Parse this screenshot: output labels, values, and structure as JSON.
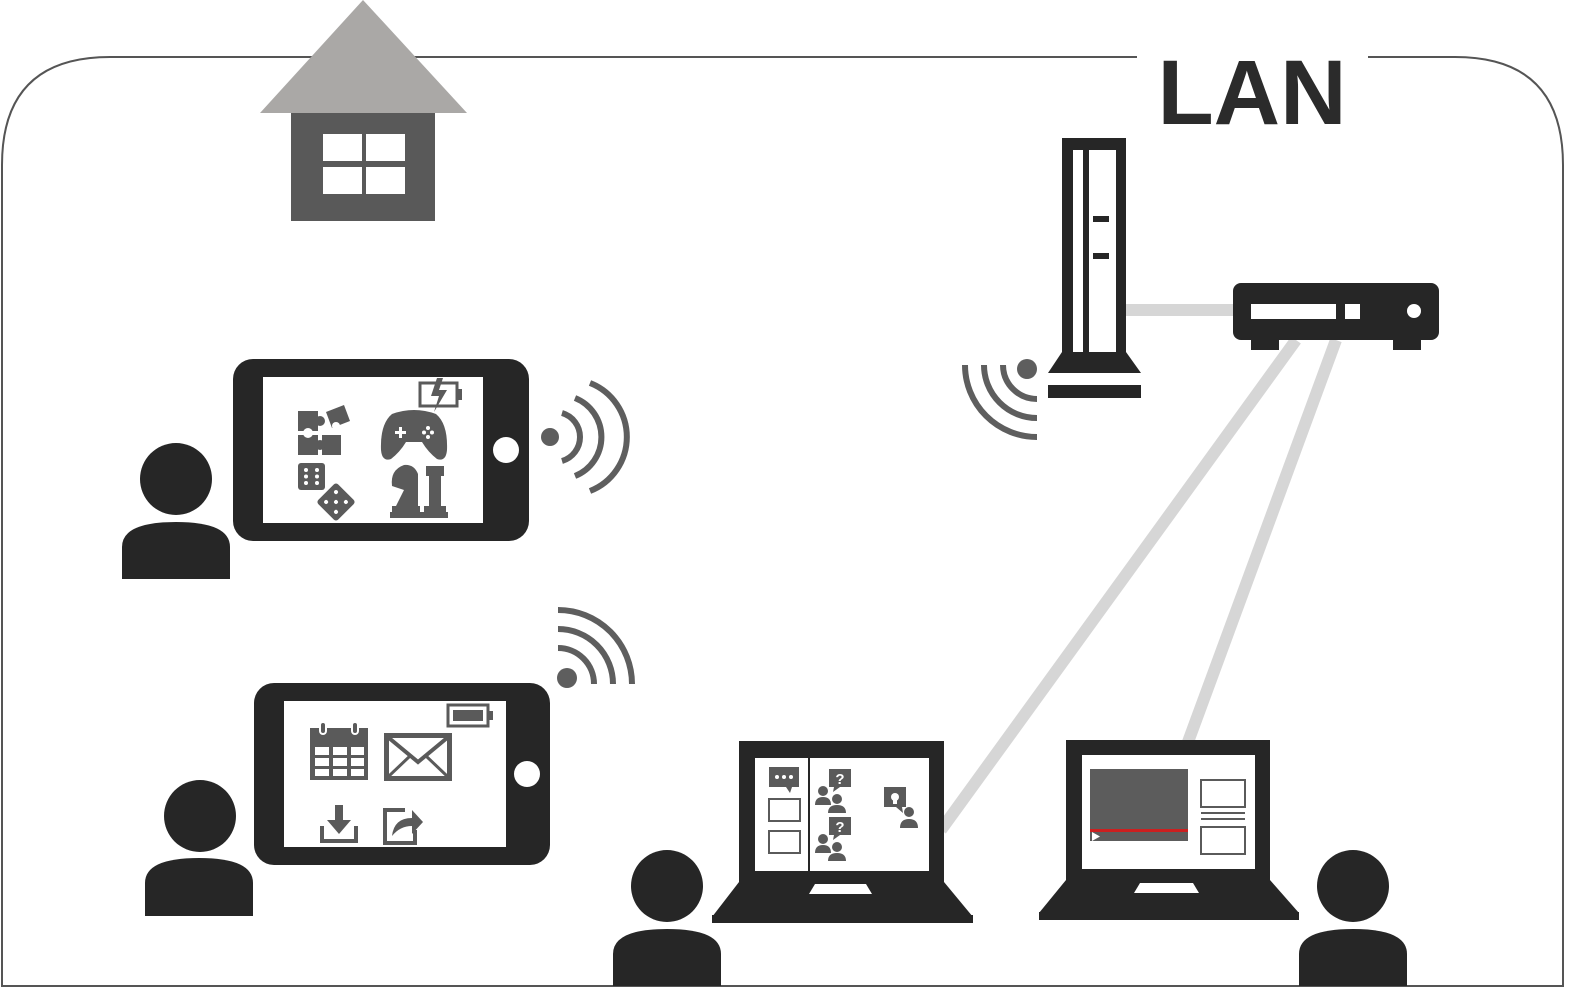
{
  "diagram": {
    "label": "LAN",
    "colors": {
      "device": "#262626",
      "signal": "#5e5e5e",
      "cable": "#d6d6d6",
      "border": "#555555",
      "roof": "#aaa8a6",
      "house_wall": "#595959",
      "video_panel": "#5c5c5c",
      "progress": "#cc1f1f",
      "icon": "#5a5a5a"
    },
    "nodes": [
      {
        "name": "home",
        "icon": "house-icon"
      },
      {
        "name": "onu",
        "icon": "server-tower-icon"
      },
      {
        "name": "router",
        "icon": "router-icon"
      },
      {
        "name": "smartphone-games",
        "icon": "smartphone-icon",
        "apps": [
          "puzzle-icon",
          "gamepad-icon",
          "dice-icon",
          "chess-icon",
          "battery-charging-icon"
        ]
      },
      {
        "name": "smartphone-tools",
        "icon": "smartphone-icon",
        "apps": [
          "calendar-icon",
          "mail-icon",
          "download-icon",
          "share-icon",
          "battery-icon"
        ]
      },
      {
        "name": "laptop-chat",
        "icon": "laptop-icon"
      },
      {
        "name": "laptop-video",
        "icon": "laptop-icon"
      }
    ]
  }
}
